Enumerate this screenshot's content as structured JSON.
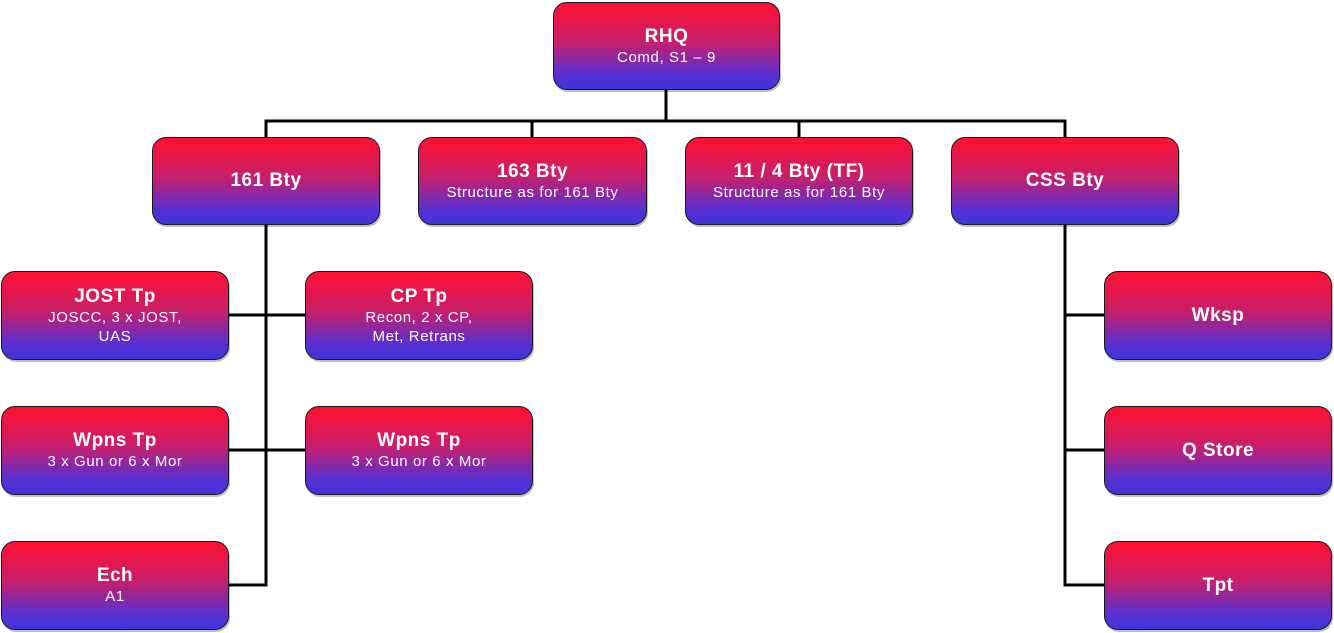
{
  "nodes": {
    "rhq": {
      "title": "RHQ",
      "sub": "Comd, S1 – 9"
    },
    "bty161": {
      "title": "161 Bty",
      "sub": ""
    },
    "bty163": {
      "title": "163 Bty",
      "sub": "Structure as for 161 Bty"
    },
    "bty11_4": {
      "title": "11 / 4 Bty (TF)",
      "sub": "Structure as for 161 Bty"
    },
    "css": {
      "title": "CSS Bty",
      "sub": ""
    },
    "jost": {
      "title": "JOST Tp",
      "sub1": "JOSCC, 3 x JOST,",
      "sub2": "UAS"
    },
    "cp": {
      "title": "CP Tp",
      "sub1": "Recon, 2 x CP,",
      "sub2": "Met, Retrans"
    },
    "wpns_l": {
      "title": "Wpns Tp",
      "sub": "3 x Gun or 6 x Mor"
    },
    "wpns_r": {
      "title": "Wpns Tp",
      "sub": "3 x Gun or 6 x Mor"
    },
    "ech": {
      "title": "Ech",
      "sub": "A1"
    },
    "wksp": {
      "title": "Wksp",
      "sub": ""
    },
    "qstore": {
      "title": "Q Store",
      "sub": ""
    },
    "tpt": {
      "title": "Tpt",
      "sub": ""
    }
  },
  "colors": {
    "box_top": "#ff1030",
    "box_bottom": "#3f34dc",
    "connector": "#000000",
    "text": "#ffffff"
  }
}
